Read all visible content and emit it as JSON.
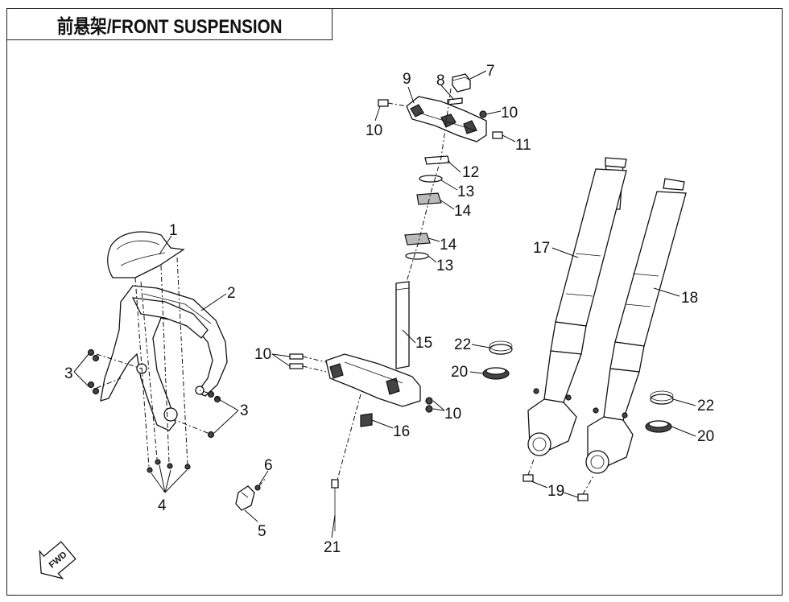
{
  "title": "前悬架/FRONT SUSPENSION",
  "callouts": {
    "c1": "1",
    "c2": "2",
    "c3a": "3",
    "c3b": "3",
    "c4": "4",
    "c5": "5",
    "c6": "6",
    "c7": "7",
    "c8": "8",
    "c9": "9",
    "c10a": "10",
    "c10b": "10",
    "c10c": "10",
    "c10d": "10",
    "c11": "11",
    "c12": "12",
    "c13a": "13",
    "c13b": "13",
    "c14a": "14",
    "c14b": "14",
    "c15": "15",
    "c16": "16",
    "c17": "17",
    "c18": "18",
    "c19": "19",
    "c20a": "20",
    "c20b": "20",
    "c21": "21",
    "c22a": "22",
    "c22b": "22"
  },
  "fwd_label": "FWD"
}
